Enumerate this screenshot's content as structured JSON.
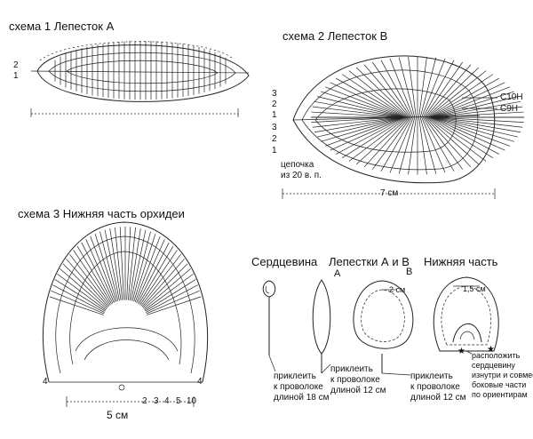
{
  "scheme1": {
    "title": "схема 1  Лепесток А",
    "row_marks": [
      "2",
      "1"
    ]
  },
  "scheme2": {
    "title": "схема 2  Лепесток В",
    "row_marks": [
      "3",
      "2",
      "1",
      "3",
      "2",
      "1"
    ],
    "stitch_marks": [
      "С10Н",
      "С9Н"
    ],
    "chain_note": "цепочка\nиз 20 в. п.",
    "dimension": "7 см"
  },
  "scheme3": {
    "title": "схема 3 Нижняя часть орхидеи",
    "row_numbers": [
      "2",
      "3",
      "4",
      "5",
      "10"
    ],
    "side_marks": [
      "4",
      "4"
    ],
    "dimension": "5 см"
  },
  "assembly": {
    "parts": [
      {
        "title": "Сердцевина",
        "note": "приклеить\nк проволоке\nдлиной 18 см"
      },
      {
        "title": "Лепестки А и В",
        "note": "приклеить\nк проволоке\nдлиной 12 см"
      },
      {
        "title": "",
        "note": "приклеить\nк проволоке\nдлиной 12 см"
      },
      {
        "title": "Нижняя часть",
        "note": "расположить\nсердцевину\nизнутри и совместить\nбоковые части\nпо ориентирам"
      }
    ],
    "letter_a": "А",
    "letter_b": "В",
    "measure_b": "2 см",
    "measure_lower": "1,5 см"
  }
}
